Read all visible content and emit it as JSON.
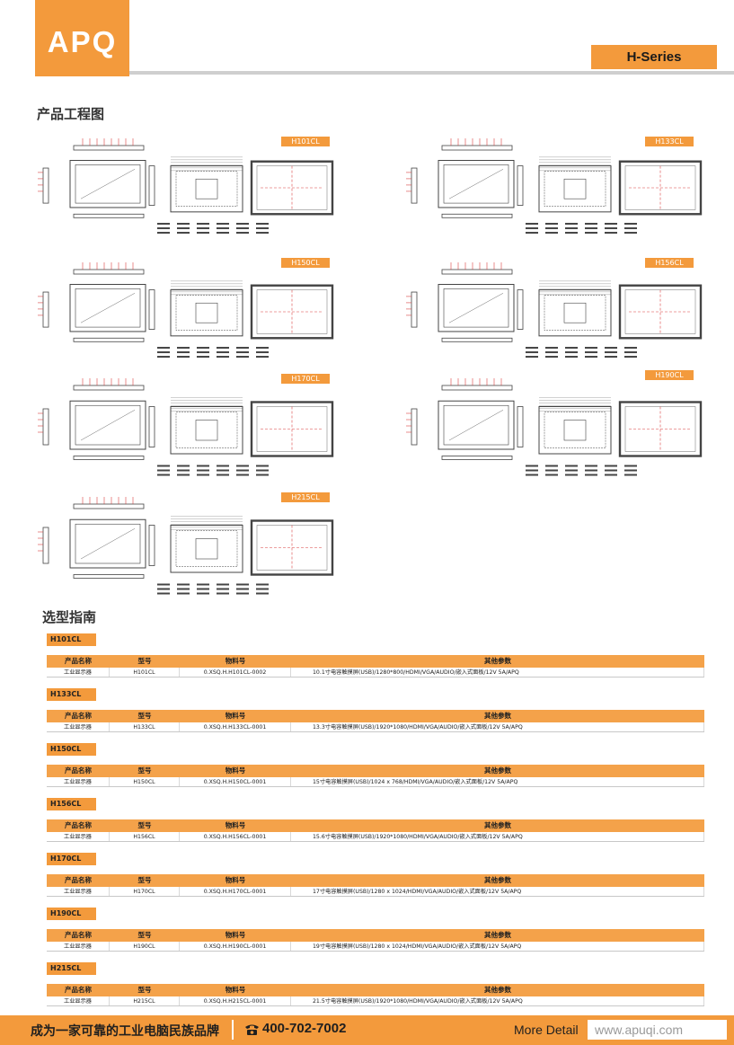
{
  "header": {
    "logo_text": "APQ",
    "series": "H-Series"
  },
  "sections": {
    "drawings_title": "产品工程图",
    "guide_title": "选型指南"
  },
  "drawing_labels": [
    "H101CL",
    "H133CL",
    "H150CL",
    "H156CL",
    "H170CL",
    "H190CL",
    "H215CL"
  ],
  "table_headers": [
    "产品名称",
    "型号",
    "物料号",
    "其他参数"
  ],
  "guide": [
    {
      "tag": "H101CL",
      "name": "工业显示器",
      "model": "H101CL",
      "part": "0.XSQ.H.H101CL-0002",
      "params": "10.1寸电容触摸屏(USB)/1280*800/HDMI/VGA/AUDIO/嵌入式面板/12V 5A/APQ"
    },
    {
      "tag": "H133CL",
      "name": "工业显示器",
      "model": "H133CL",
      "part": "0.XSQ.H.H133CL-0001",
      "params": "13.3寸电容触摸屏(USB)/1920*1080/HDMI/VGA/AUDIO/嵌入式面板/12V 5A/APQ"
    },
    {
      "tag": "H150CL",
      "name": "工业显示器",
      "model": "H150CL",
      "part": "0.XSQ.H.H150CL-0001",
      "params": "15寸电容触摸屏(USB)/1024 x 768/HDMI/VGA/AUDIO/嵌入式面板/12V 5A/APQ"
    },
    {
      "tag": "H156CL",
      "name": "工业显示器",
      "model": "H156CL",
      "part": "0.XSQ.H.H156CL-0001",
      "params": "15.6寸电容触摸屏(USB)/1920*1080/HDMI/VGA/AUDIO/嵌入式面板/12V 5A/APQ"
    },
    {
      "tag": "H170CL",
      "name": "工业显示器",
      "model": "H170CL",
      "part": "0.XSQ.H.H170CL-0001",
      "params": "17寸电容触摸屏(USB)/1280 x 1024/HDMI/VGA/AUDIO/嵌入式面板/12V 5A/APQ"
    },
    {
      "tag": "H190CL",
      "name": "工业显示器",
      "model": "H190CL",
      "part": "0.XSQ.H.H190CL-0001",
      "params": "19寸电容触摸屏(USB)/1280 x 1024/HDMI/VGA/AUDIO/嵌入式面板/12V 5A/APQ"
    },
    {
      "tag": "H215CL",
      "name": "工业显示器",
      "model": "H215CL",
      "part": "0.XSQ.H.H215CL-0001",
      "params": "21.5寸电容触摸屏(USB)/1920*1080/HDMI/VGA/AUDIO/嵌入式面板/12V 5A/APQ"
    }
  ],
  "footer": {
    "slogan": "成为一家可靠的工业电脑民族品牌",
    "phone_icon": "phone-icon",
    "phone": "400-702-7002",
    "more_detail": "More Detail",
    "url": "www.apuqi.com"
  },
  "colors": {
    "accent": "#f39a3c",
    "header_line": "#cfcfcf",
    "drawing_line": "#444444",
    "dimension_red": "#d94040"
  }
}
